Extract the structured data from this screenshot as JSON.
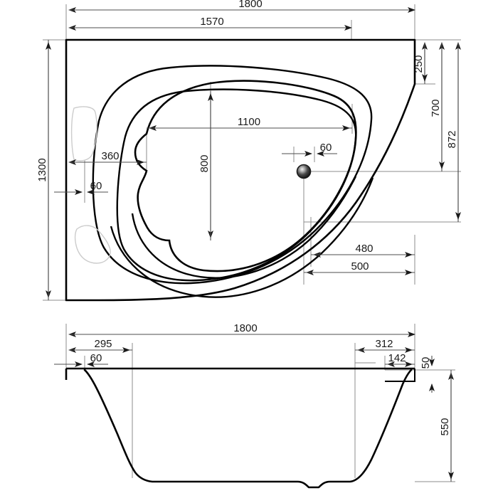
{
  "drawing": {
    "type": "technical-drawing",
    "subject": "corner-bathtub",
    "units": "mm",
    "line_color": "#000000",
    "dimension_color": "#4d4d4d",
    "accent_color": "#1a1a1a",
    "background": "#ffffff"
  },
  "plan_view": {
    "name": "plan-view",
    "dimensions": {
      "overall_width": "1800",
      "inner_width": "1570",
      "overall_height": "1300",
      "rim_top_right": "250",
      "right_offset_700": "700",
      "right_offset_872": "872",
      "basin_width": "1100",
      "basin_height": "800",
      "left_offset_360": "360",
      "left_wall_60": "60",
      "drain_offset_60": "60",
      "drain_x_480": "480",
      "drain_x_500": "500"
    }
  },
  "section_view": {
    "name": "section-view",
    "dimensions": {
      "overall_width": "1800",
      "left_295": "295",
      "left_60": "60",
      "right_312": "312",
      "right_142": "142",
      "rim_thickness_50": "50",
      "depth_550": "550"
    }
  },
  "features": {
    "drain": "drain-outlet",
    "handle_upper": "grab-handle-upper",
    "handle_lower": "grab-handle-lower"
  }
}
